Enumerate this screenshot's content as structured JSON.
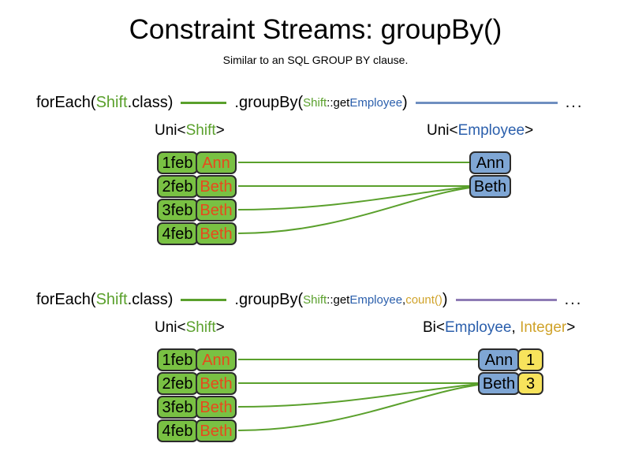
{
  "header": {
    "title": "Constraint Streams: groupBy()",
    "subtitle": "Similar to an SQL GROUP BY clause."
  },
  "colors": {
    "shift_green": "#79c143",
    "shift_name_orange": "#e8491d",
    "employee_blue": "#7fa6d4",
    "count_yellow": "#f7e35c",
    "token_green": "#5aa02c",
    "token_blue": "#2b5fac",
    "token_gold": "#d0a32b",
    "link_green": "#5aa02c",
    "link_blue": "#6f8fc0",
    "link_purple": "#8e7bb5",
    "box_border": "#2b2b2b",
    "text_black": "#000000",
    "background": "#ffffff"
  },
  "diagrams": [
    {
      "id": "groupby-single",
      "code": {
        "foreach_open": "forEach(",
        "foreach_type": "Shift",
        "foreach_close": ".class)",
        "groupby_open": ".groupBy(",
        "mapper_type": "Shift",
        "mapper_sep": "::get",
        "mapper_prop": "Employee",
        "groupby_close": ")",
        "ellipsis": "..."
      },
      "left_label": {
        "prefix": "Uni<",
        "type": "Shift",
        "suffix": ">"
      },
      "right_label": {
        "prefix": "Uni<",
        "type": "Employee",
        "suffix": ">"
      },
      "shifts": [
        {
          "date": "1feb",
          "employee": "Ann"
        },
        {
          "date": "2feb",
          "employee": "Beth"
        },
        {
          "date": "3feb",
          "employee": "Beth"
        },
        {
          "date": "4feb",
          "employee": "Beth"
        }
      ],
      "groups": [
        {
          "employee": "Ann"
        },
        {
          "employee": "Beth"
        }
      ]
    },
    {
      "id": "groupby-count",
      "code": {
        "foreach_open": "forEach(",
        "foreach_type": "Shift",
        "foreach_close": ".class)",
        "groupby_open": ".groupBy(",
        "mapper_type": "Shift",
        "mapper_sep": "::get",
        "mapper_prop": "Employee",
        "arg_sep": ", ",
        "collector": "count()",
        "groupby_close": ")",
        "ellipsis": "..."
      },
      "left_label": {
        "prefix": "Uni<",
        "type": "Shift",
        "suffix": ">"
      },
      "right_label": {
        "prefix": "Bi<",
        "type": "Employee",
        "separator": ", ",
        "type2": "Integer",
        "suffix": ">"
      },
      "shifts": [
        {
          "date": "1feb",
          "employee": "Ann"
        },
        {
          "date": "2feb",
          "employee": "Beth"
        },
        {
          "date": "3feb",
          "employee": "Beth"
        },
        {
          "date": "4feb",
          "employee": "Beth"
        }
      ],
      "groups": [
        {
          "employee": "Ann",
          "count": "1"
        },
        {
          "employee": "Beth",
          "count": "3"
        }
      ]
    }
  ]
}
